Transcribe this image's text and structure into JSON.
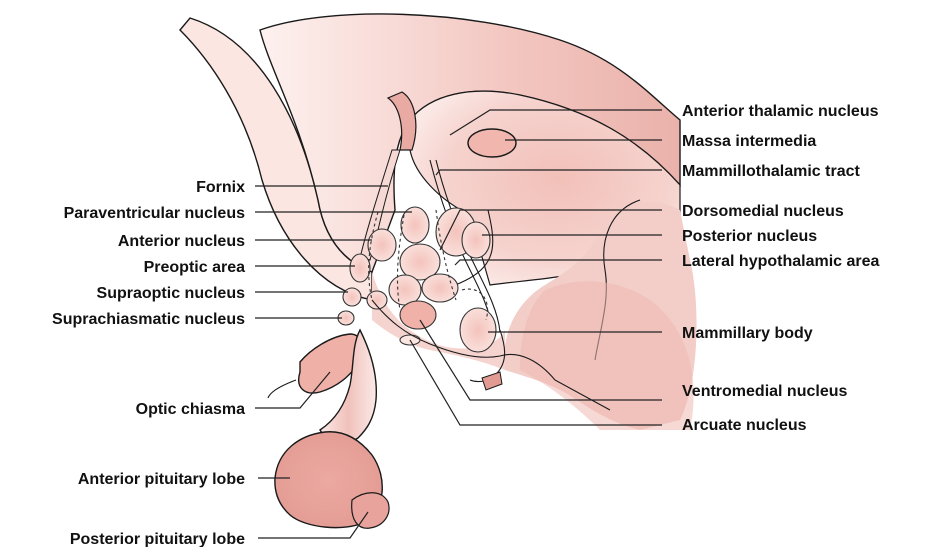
{
  "colors": {
    "tissue_light": "#fbe7e3",
    "tissue_mid": "#f2bfb8",
    "tissue_dark": "#e39c95",
    "outline": "#1a1a1a",
    "label_text": "#111111"
  },
  "labels_left": {
    "fornix": "Fornix",
    "paraventricular_nucleus": "Paraventricular nucleus",
    "anterior_nucleus": "Anterior nucleus",
    "preoptic_area": "Preoptic area",
    "supraoptic_nucleus": "Supraoptic nucleus",
    "suprachiasmatic_nucleus": "Suprachiasmatic nucleus",
    "optic_chiasma": "Optic chiasma",
    "anterior_pituitary_lobe": "Anterior pituitary lobe",
    "posterior_pituitary_lobe": "Posterior pituitary lobe"
  },
  "labels_right": {
    "anterior_thalamic_nucleus": "Anterior thalamic nucleus",
    "massa_intermedia": "Massa intermedia",
    "mammillothalamic_tract": "Mammillothalamic tract",
    "dorsomedial_nucleus": "Dorsomedial nucleus",
    "posterior_nucleus": "Posterior nucleus",
    "lateral_hypothalamic_area": "Lateral hypothalamic area",
    "mammillary_body": "Mammillary body",
    "ventromedial_nucleus": "Ventromedial nucleus",
    "arcuate_nucleus": "Arcuate nucleus"
  }
}
